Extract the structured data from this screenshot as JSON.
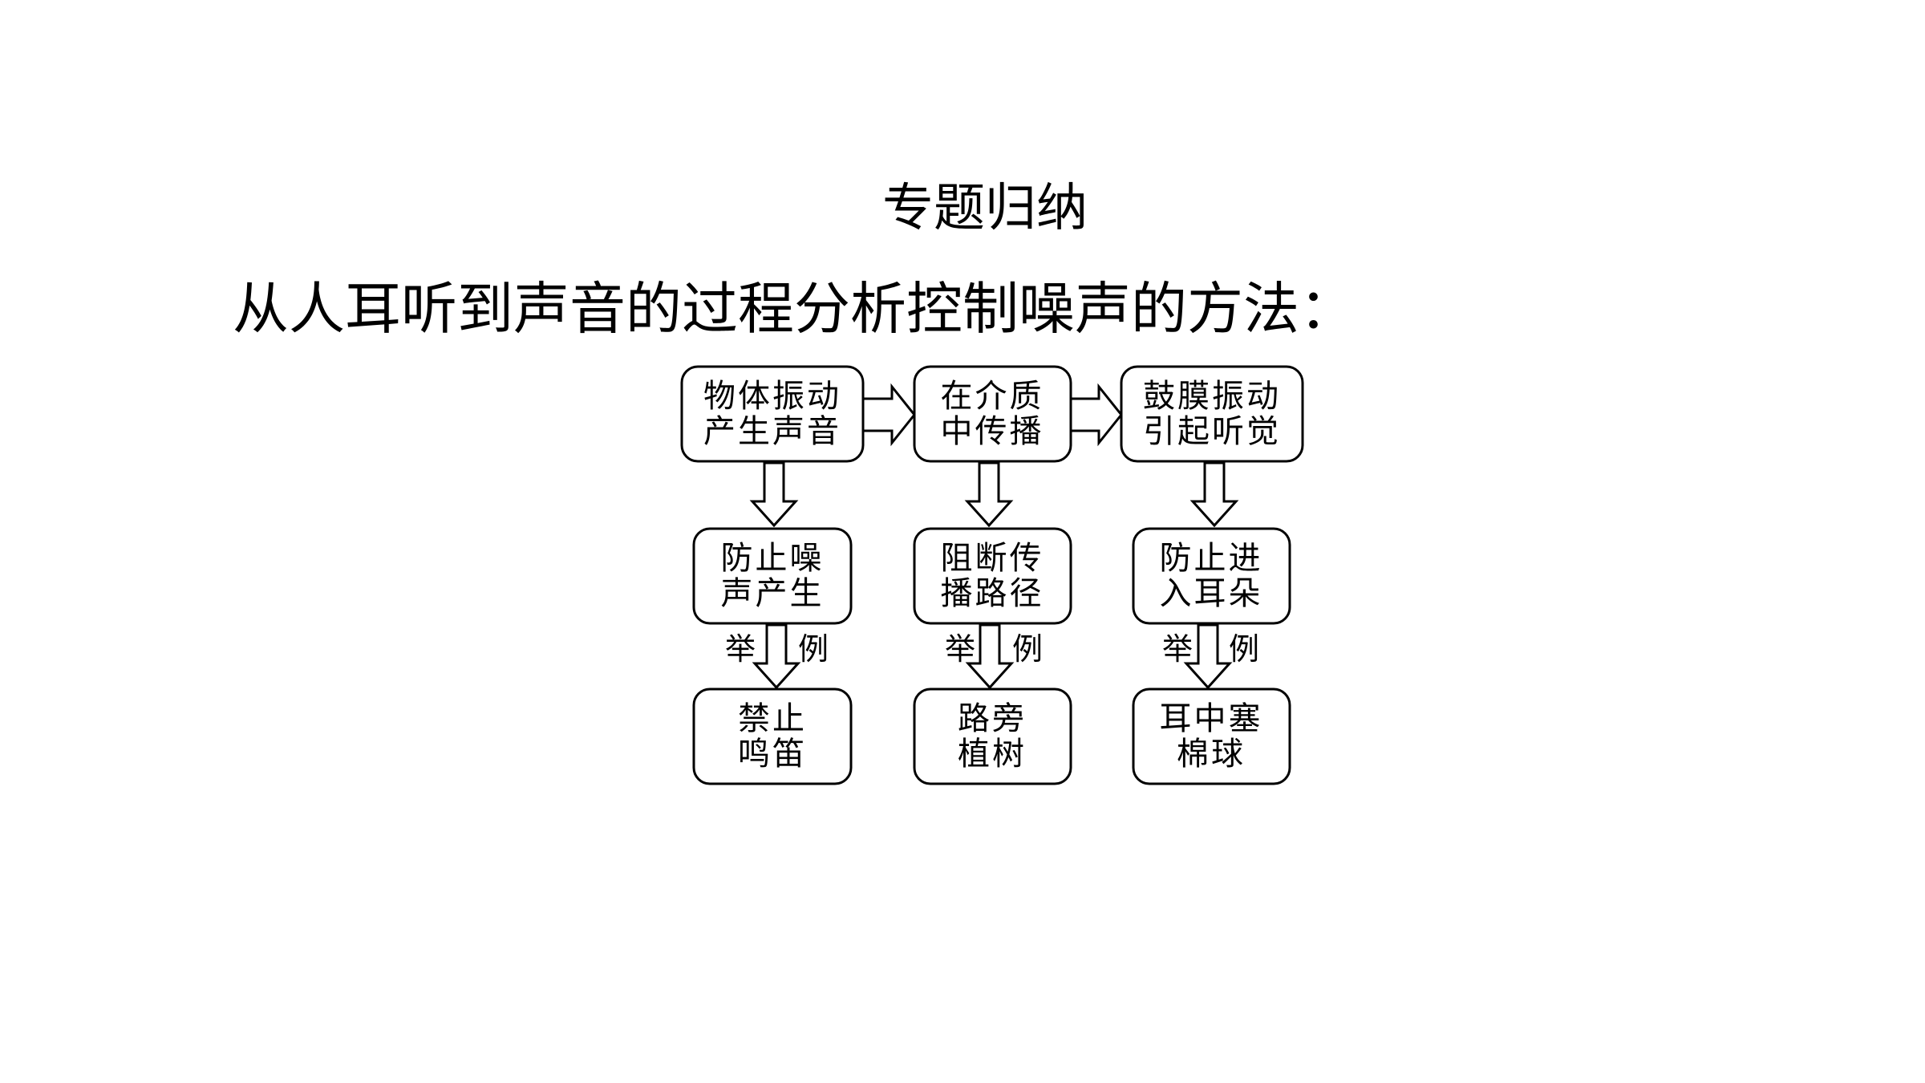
{
  "heading": "专题归纳",
  "subheading": "从人耳听到声音的过程分析控制噪声的方法：",
  "nodes": {
    "source": {
      "line1": "物体振动",
      "line2": "产生声音"
    },
    "medium": {
      "line1": "在介质",
      "line2": "中传播"
    },
    "ear": {
      "line1": "鼓膜振动",
      "line2": "引起听觉"
    },
    "prevent_source": {
      "line1": "防止噪",
      "line2": "声产生"
    },
    "block_path": {
      "line1": "阻断传",
      "line2": "播路径"
    },
    "prevent_ear": {
      "line1": "防止进",
      "line2": "入耳朵"
    },
    "example_source": {
      "line1": "禁止",
      "line2": "鸣笛"
    },
    "example_path": {
      "line1": "路旁",
      "line2": "植树"
    },
    "example_ear": {
      "line1": "耳中塞",
      "line2": "棉球"
    }
  },
  "edge_labels": {
    "example_left": "举",
    "example_right": "例"
  }
}
